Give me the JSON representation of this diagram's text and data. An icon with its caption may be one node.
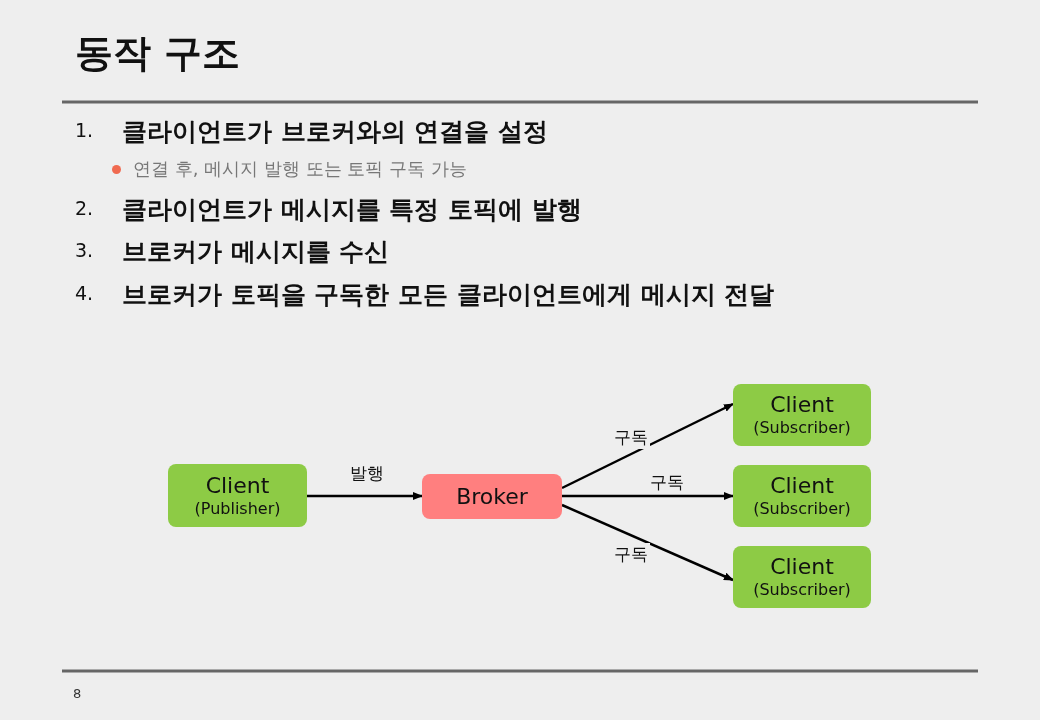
{
  "diagram": {
    "title": "동작 구조",
    "nodes": [
      {
        "text": [
          "Client",
          "(Publisher)"
        ]
      },
      {
        "text": [
          "Broker"
        ]
      },
      {
        "text": [
          "Client",
          "(Subscriber)"
        ]
      },
      {
        "text": [
          "Client",
          "(Subscriber)"
        ]
      },
      {
        "text": [
          "Client",
          "(Subscriber)"
        ]
      }
    ],
    "edges": [
      {
        "from": 0,
        "to": 1,
        "arrow": "to",
        "label": "발행"
      },
      {
        "from": 1,
        "to": 2,
        "arrow": "to",
        "label": "구독"
      },
      {
        "from": 1,
        "to": 3,
        "arrow": "to",
        "label": "구독"
      },
      {
        "from": 1,
        "to": 4,
        "arrow": "to",
        "label": "구독"
      }
    ],
    "labels": [
      "1.",
      "클라이언트가 브로커와의 연결을 설정",
      "연결 후, 메시지 발행 또는 토픽 구독 가능",
      "2.",
      "클라이언트가 메시지를 특정 토픽에 발행",
      "3.",
      "브로커가 메시지를 수신",
      "4.",
      "브로커가 토픽을 구독한 모든 클라이언트에게 메시지 전달",
      "8"
    ]
  }
}
